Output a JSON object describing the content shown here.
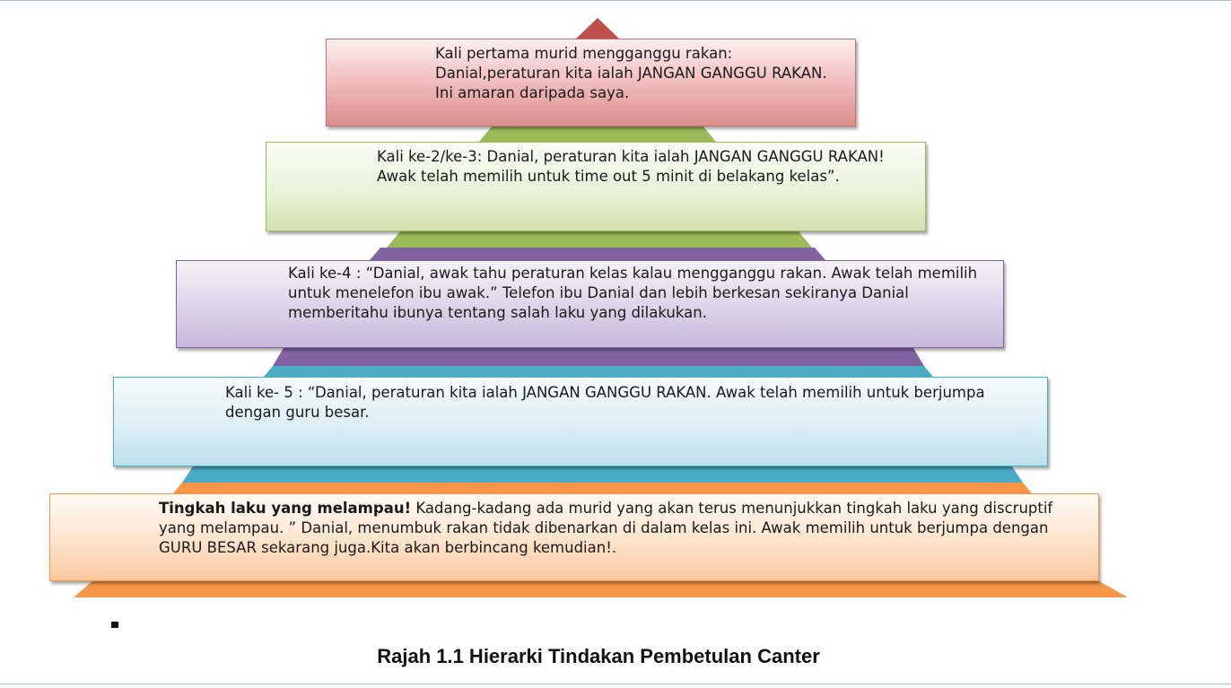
{
  "colors": {
    "tier1": "#c0504d",
    "tier2": "#9bbb59",
    "tier3": "#8064a2",
    "tier4": "#4bacc6",
    "tier5": "#f79646",
    "rule": "#a9bdd4"
  },
  "levels": [
    {
      "text": "Kali pertama murid mengganggu rakan:  Danial,peraturan kita ialah JANGAN GANGGU RAKAN. Ini amaran daripada saya."
    },
    {
      "text": "Kali ke-2/ke-3: Danial, peraturan kita ialah JANGAN GANGGU RAKAN! Awak telah memilih untuk time out 5 minit di belakang kelas”."
    },
    {
      "text": "Kali ke-4 : “Danial, awak tahu peraturan kelas kalau mengganggu rakan. Awak telah memilih untuk menelefon ibu awak.” Telefon ibu Danial dan lebih berkesan sekiranya Danial memberitahu ibunya tentang salah laku yang dilakukan."
    },
    {
      "text": "Kali ke- 5 : “Danial, peraturan kita ialah  JANGAN GANGGU RAKAN. Awak telah memilih untuk berjumpa dengan guru besar."
    },
    {
      "bold_text": "Tingkah laku yang melampau!",
      "text": " Kadang-kadang ada murid yang akan terus menunjukkan tingkah laku yang discruptif yang melampau. ” Danial, menumbuk rakan tidak dibenarkan di dalam kelas ini. Awak memilih untuk berjumpa dengan GURU BESAR sekarang juga.Kita akan berbincang kemudian!."
    }
  ],
  "caption": "Rajah 1.1 Hierarki Tindakan Pembetulan Canter"
}
